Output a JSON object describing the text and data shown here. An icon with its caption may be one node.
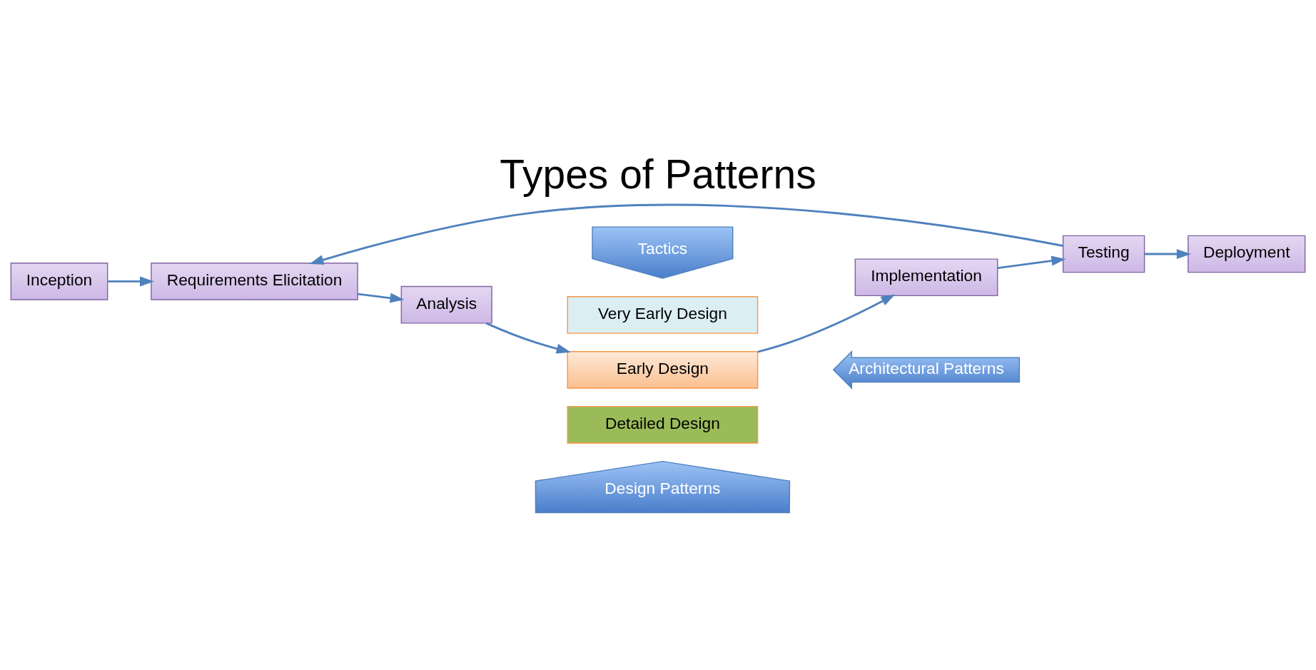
{
  "diagram": {
    "title": "Types of Patterns",
    "nodes": [
      {
        "text": [
          "Inception"
        ]
      },
      {
        "text": [
          "Requirements Elicitation"
        ]
      },
      {
        "text": [
          "Analysis"
        ]
      },
      {
        "text": [
          "Very Early Design"
        ]
      },
      {
        "text": [
          "Early Design"
        ]
      },
      {
        "text": [
          "Detailed Design"
        ]
      },
      {
        "text": [
          "Implementation"
        ]
      },
      {
        "text": [
          "Testing"
        ]
      },
      {
        "text": [
          "Deployment"
        ]
      },
      {
        "text": [
          "Tactics"
        ]
      },
      {
        "text": [
          "Architectural Patterns"
        ]
      },
      {
        "text": [
          "Design Patterns"
        ]
      }
    ],
    "edges": [
      {
        "from": 0,
        "to": 1,
        "arrow": "to"
      },
      {
        "from": 1,
        "to": 2,
        "arrow": "to"
      },
      {
        "from": 2,
        "to": 4,
        "arrow": "to"
      },
      {
        "from": 4,
        "to": 6,
        "arrow": "to"
      },
      {
        "from": 6,
        "to": 7,
        "arrow": "to"
      },
      {
        "from": 7,
        "to": 1,
        "arrow": "to"
      },
      {
        "from": 7,
        "to": 8,
        "arrow": "to"
      }
    ]
  }
}
